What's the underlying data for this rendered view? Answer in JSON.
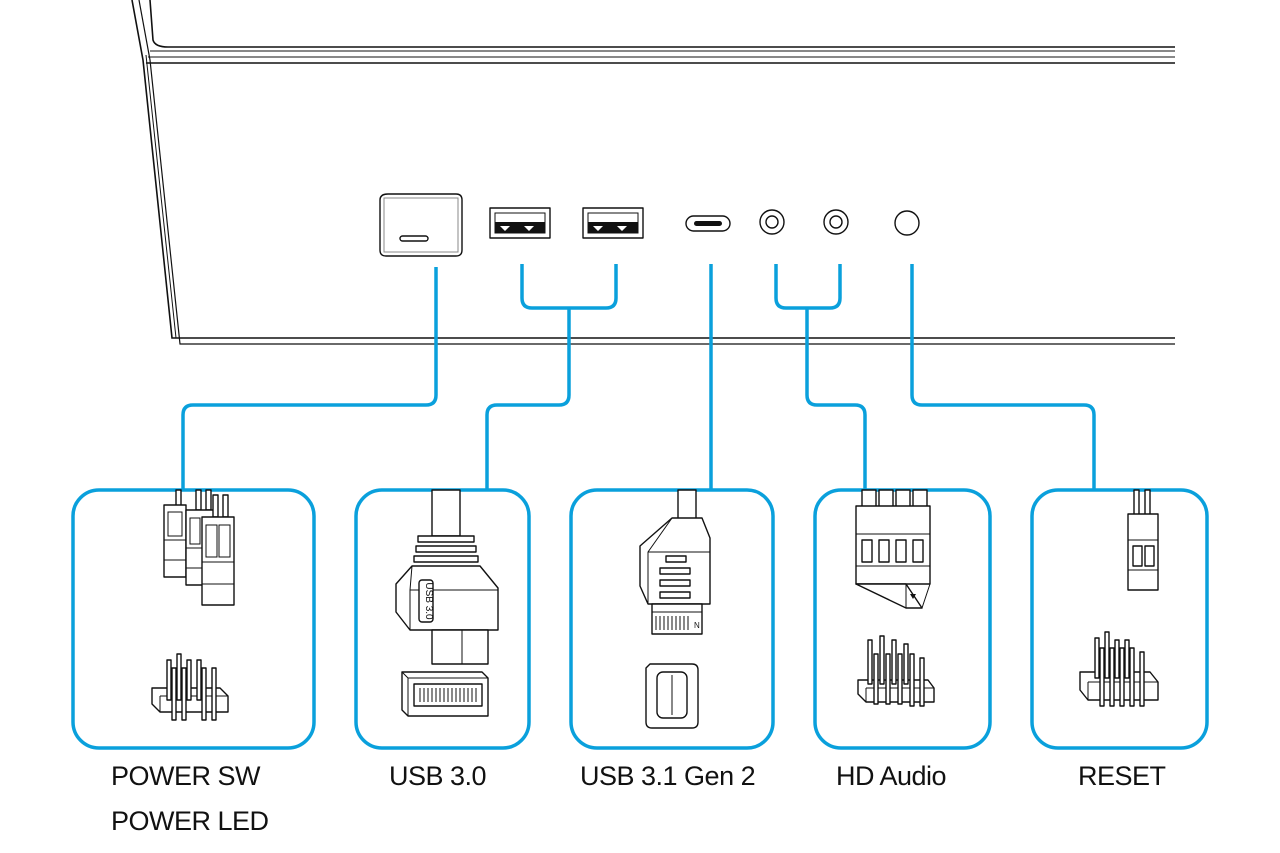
{
  "connectors": [
    {
      "id": "power",
      "label_lines": [
        "POWER SW",
        "POWER LED"
      ]
    },
    {
      "id": "usb30",
      "label_lines": [
        "USB 3.0"
      ]
    },
    {
      "id": "usb31",
      "label_lines": [
        "USB 3.1 Gen 2"
      ]
    },
    {
      "id": "audio",
      "label_lines": [
        "HD Audio"
      ]
    },
    {
      "id": "reset",
      "label_lines": [
        "RESET"
      ]
    }
  ],
  "connector_print": {
    "usb30": "USB 3.0"
  },
  "colors": {
    "line": "#0aa0dc",
    "outline": "#111111",
    "background": "#ffffff"
  },
  "icons": [
    "power-button-icon",
    "usb-a-port-icon",
    "usb-c-port-icon",
    "audio-jack-icon",
    "reset-button-icon"
  ]
}
